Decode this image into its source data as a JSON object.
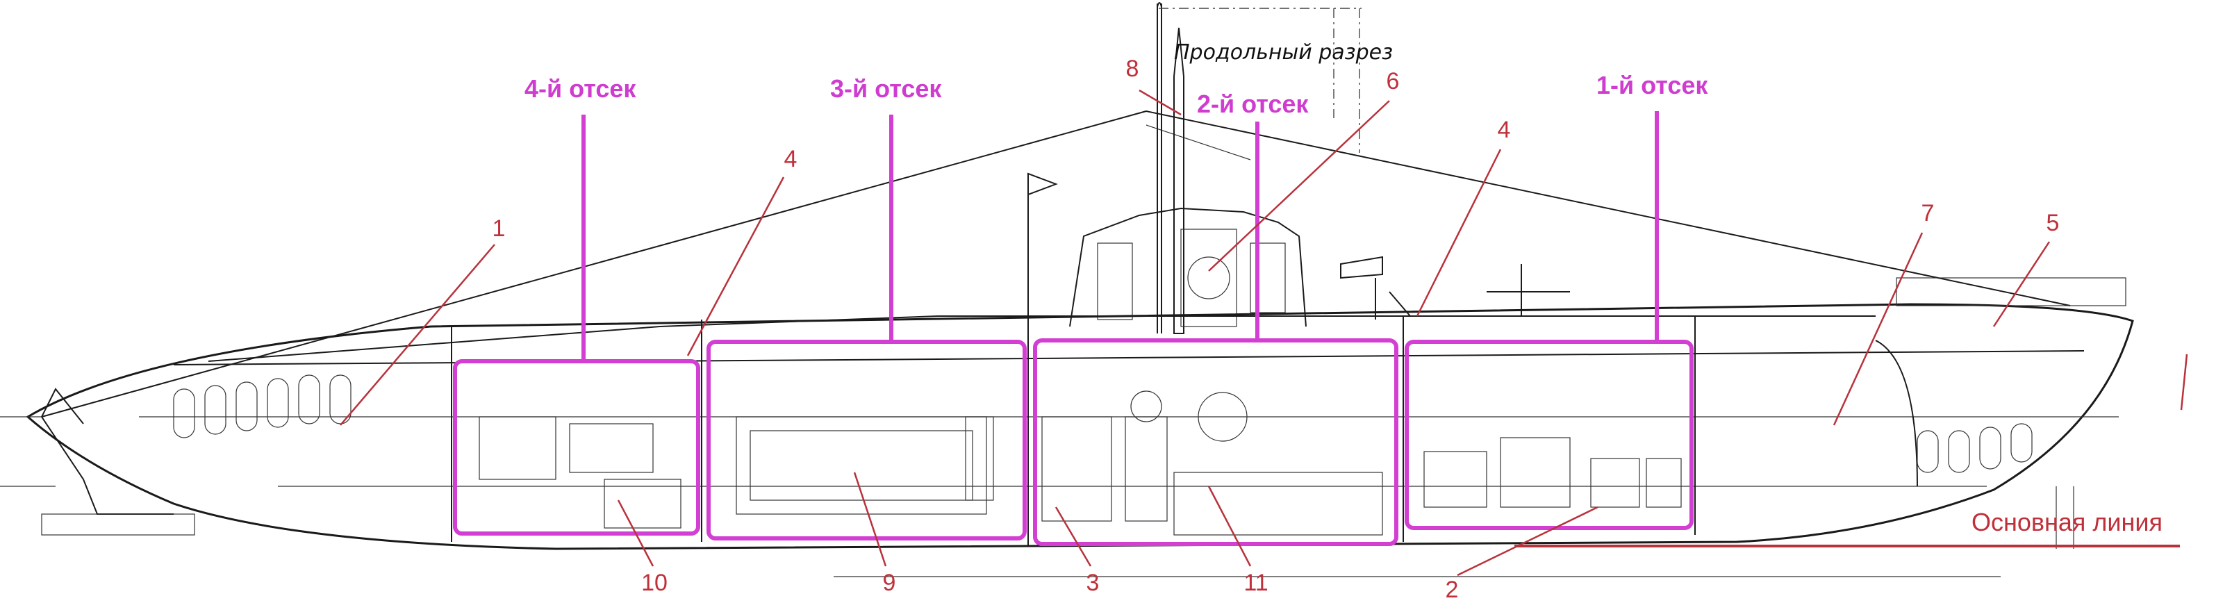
{
  "drawing": {
    "title": "Продольный разрез",
    "baseline_label": "Основная линия"
  },
  "compartments": [
    {
      "label": "4-й отсек"
    },
    {
      "label": "3-й отсек"
    },
    {
      "label": "2-й отсек"
    },
    {
      "label": "1-й отсек"
    }
  ],
  "callouts": [
    "1",
    "4",
    "8",
    "6",
    "4",
    "7",
    "5",
    "10",
    "9",
    "3",
    "11",
    "2"
  ],
  "colors": {
    "compartment_frame": "#d23fd2",
    "callout": "#c0303a",
    "drawing_ink": "#1a1a1a"
  }
}
